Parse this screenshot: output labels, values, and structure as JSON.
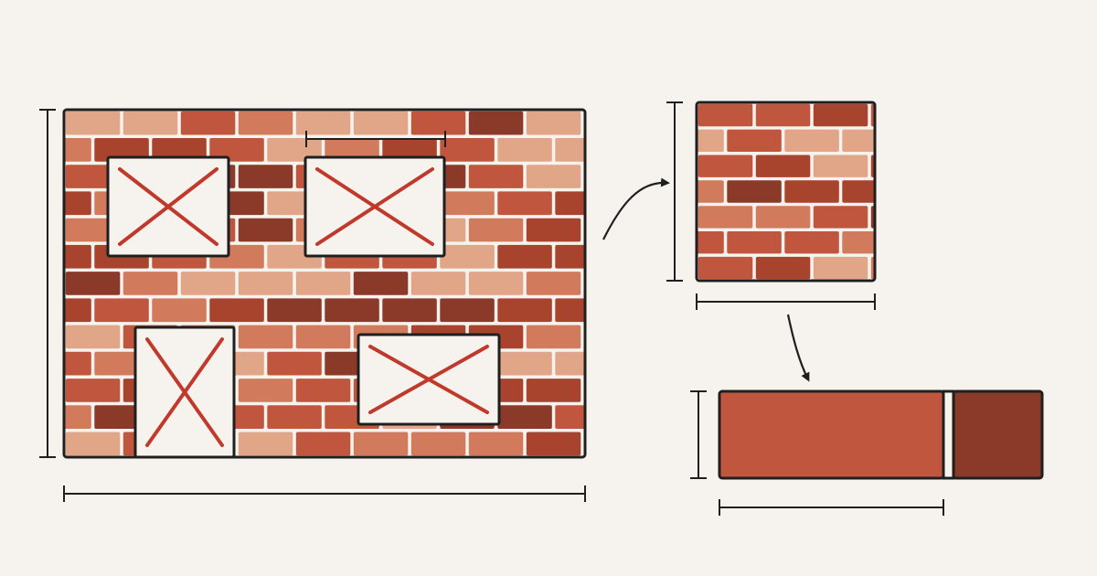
{
  "diagram": {
    "background": "#F6F3EE",
    "ink": "#1F1F1F",
    "brick_colors": [
      "#C0563E",
      "#D27B5C",
      "#E1A587",
      "#A8432E",
      "#8B3A2A"
    ],
    "mortar_color": "#F6F3EE",
    "window_mark_color": "#C0392B",
    "wall_panel": {
      "openings": 4,
      "opening_style": "crossed",
      "courses": 13
    },
    "sample_panel": {
      "courses": 7
    },
    "single_brick": {
      "main_color": "#C0563E",
      "side_color": "#8B3A2A"
    },
    "arrows": 2
  }
}
